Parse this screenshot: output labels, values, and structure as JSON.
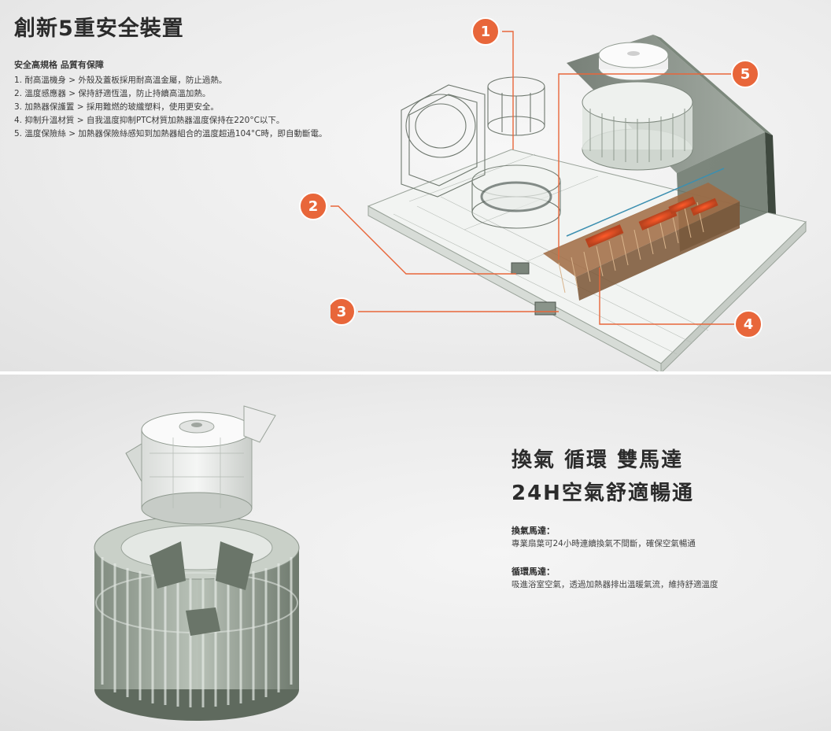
{
  "top": {
    "title": "創新5重安全裝置",
    "subtitle": "安全高規格 品質有保障",
    "features": [
      "1. 耐高溫機身 > 外殼及蓋板採用耐高溫金屬，防止過熱。",
      "2. 溫度感應器 > 保持舒適恆溫，防止持續高溫加熱。",
      "3. 加熱器保護置 > 採用難燃的玻纖塑料，使用更安全。",
      "4. 抑制升溫材質 > 自我溫度抑制PTC材質加熱器溫度保持在220°C以下。",
      "5. 溫度保險絲 > 加熱器保險絲感知到加熱器組合的溫度超過104°C時，即自動斷電。"
    ],
    "callouts": [
      "1",
      "2",
      "3",
      "4",
      "5"
    ],
    "accent_color": "#e8663a"
  },
  "bottom": {
    "title_line1": "換氣 循環 雙馬達",
    "title_line2": "24H空氣舒適暢通",
    "blocks": [
      {
        "label": "換氣馬達：",
        "desc": "專業扇葉可24小時連續換氣不間斷，確保空氣暢通"
      },
      {
        "label": "循環馬達：",
        "desc": "吸進浴室空氣，透過加熱器排出溫暖氣流，維持舒適溫度"
      }
    ]
  }
}
